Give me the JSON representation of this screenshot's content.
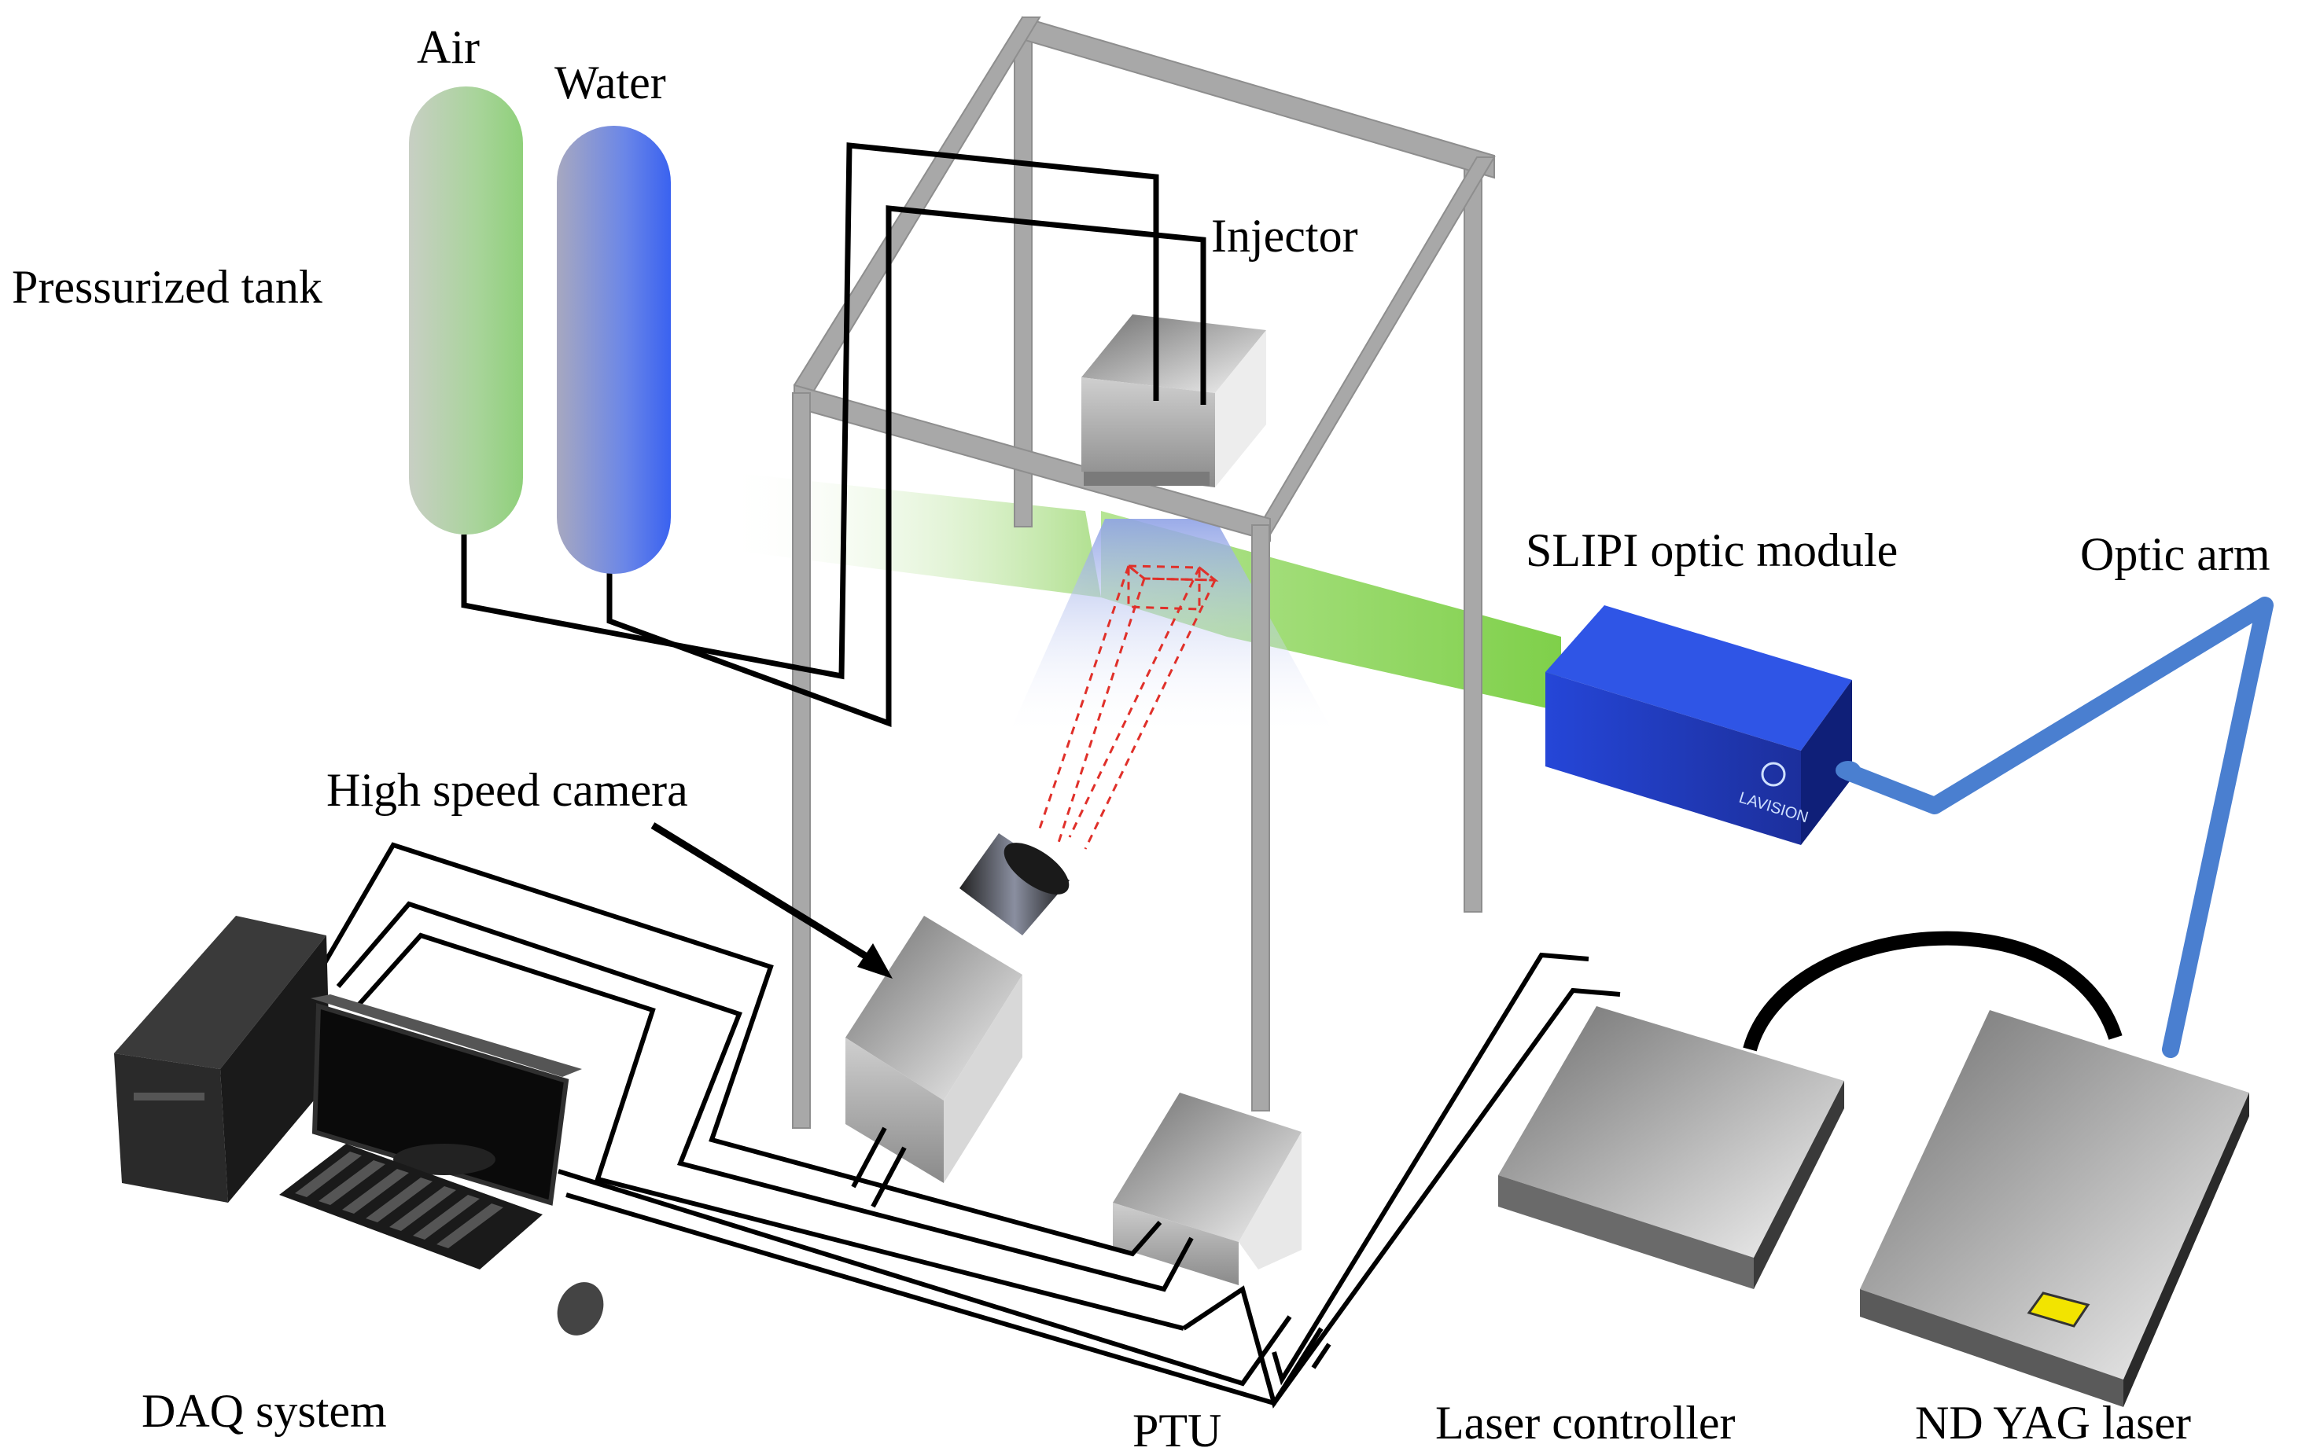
{
  "labels": {
    "air": "Air",
    "water": "Water",
    "pressurized_tank": "Pressurized tank",
    "injector": "Injector",
    "slipi_module": "SLIPI optic module",
    "optic_arm": "Optic arm",
    "high_speed_camera": "High speed camera",
    "daq_system": "DAQ system",
    "ptu": "PTU",
    "laser_controller": "Laser controller",
    "nd_yag_laser": "ND YAG laser",
    "lavision_logo": "LAVISION"
  },
  "colors": {
    "air_tank": "#8fd07a",
    "water_tank": "#3a62f0",
    "laser_sheet": "#7fd04a",
    "slipi_box": "#1f3fc8",
    "optic_arm": "#4a7fd0",
    "frame": "#a8a8a8",
    "fov_lines": "#e0302a",
    "yag_indicator": "#f2e400"
  }
}
